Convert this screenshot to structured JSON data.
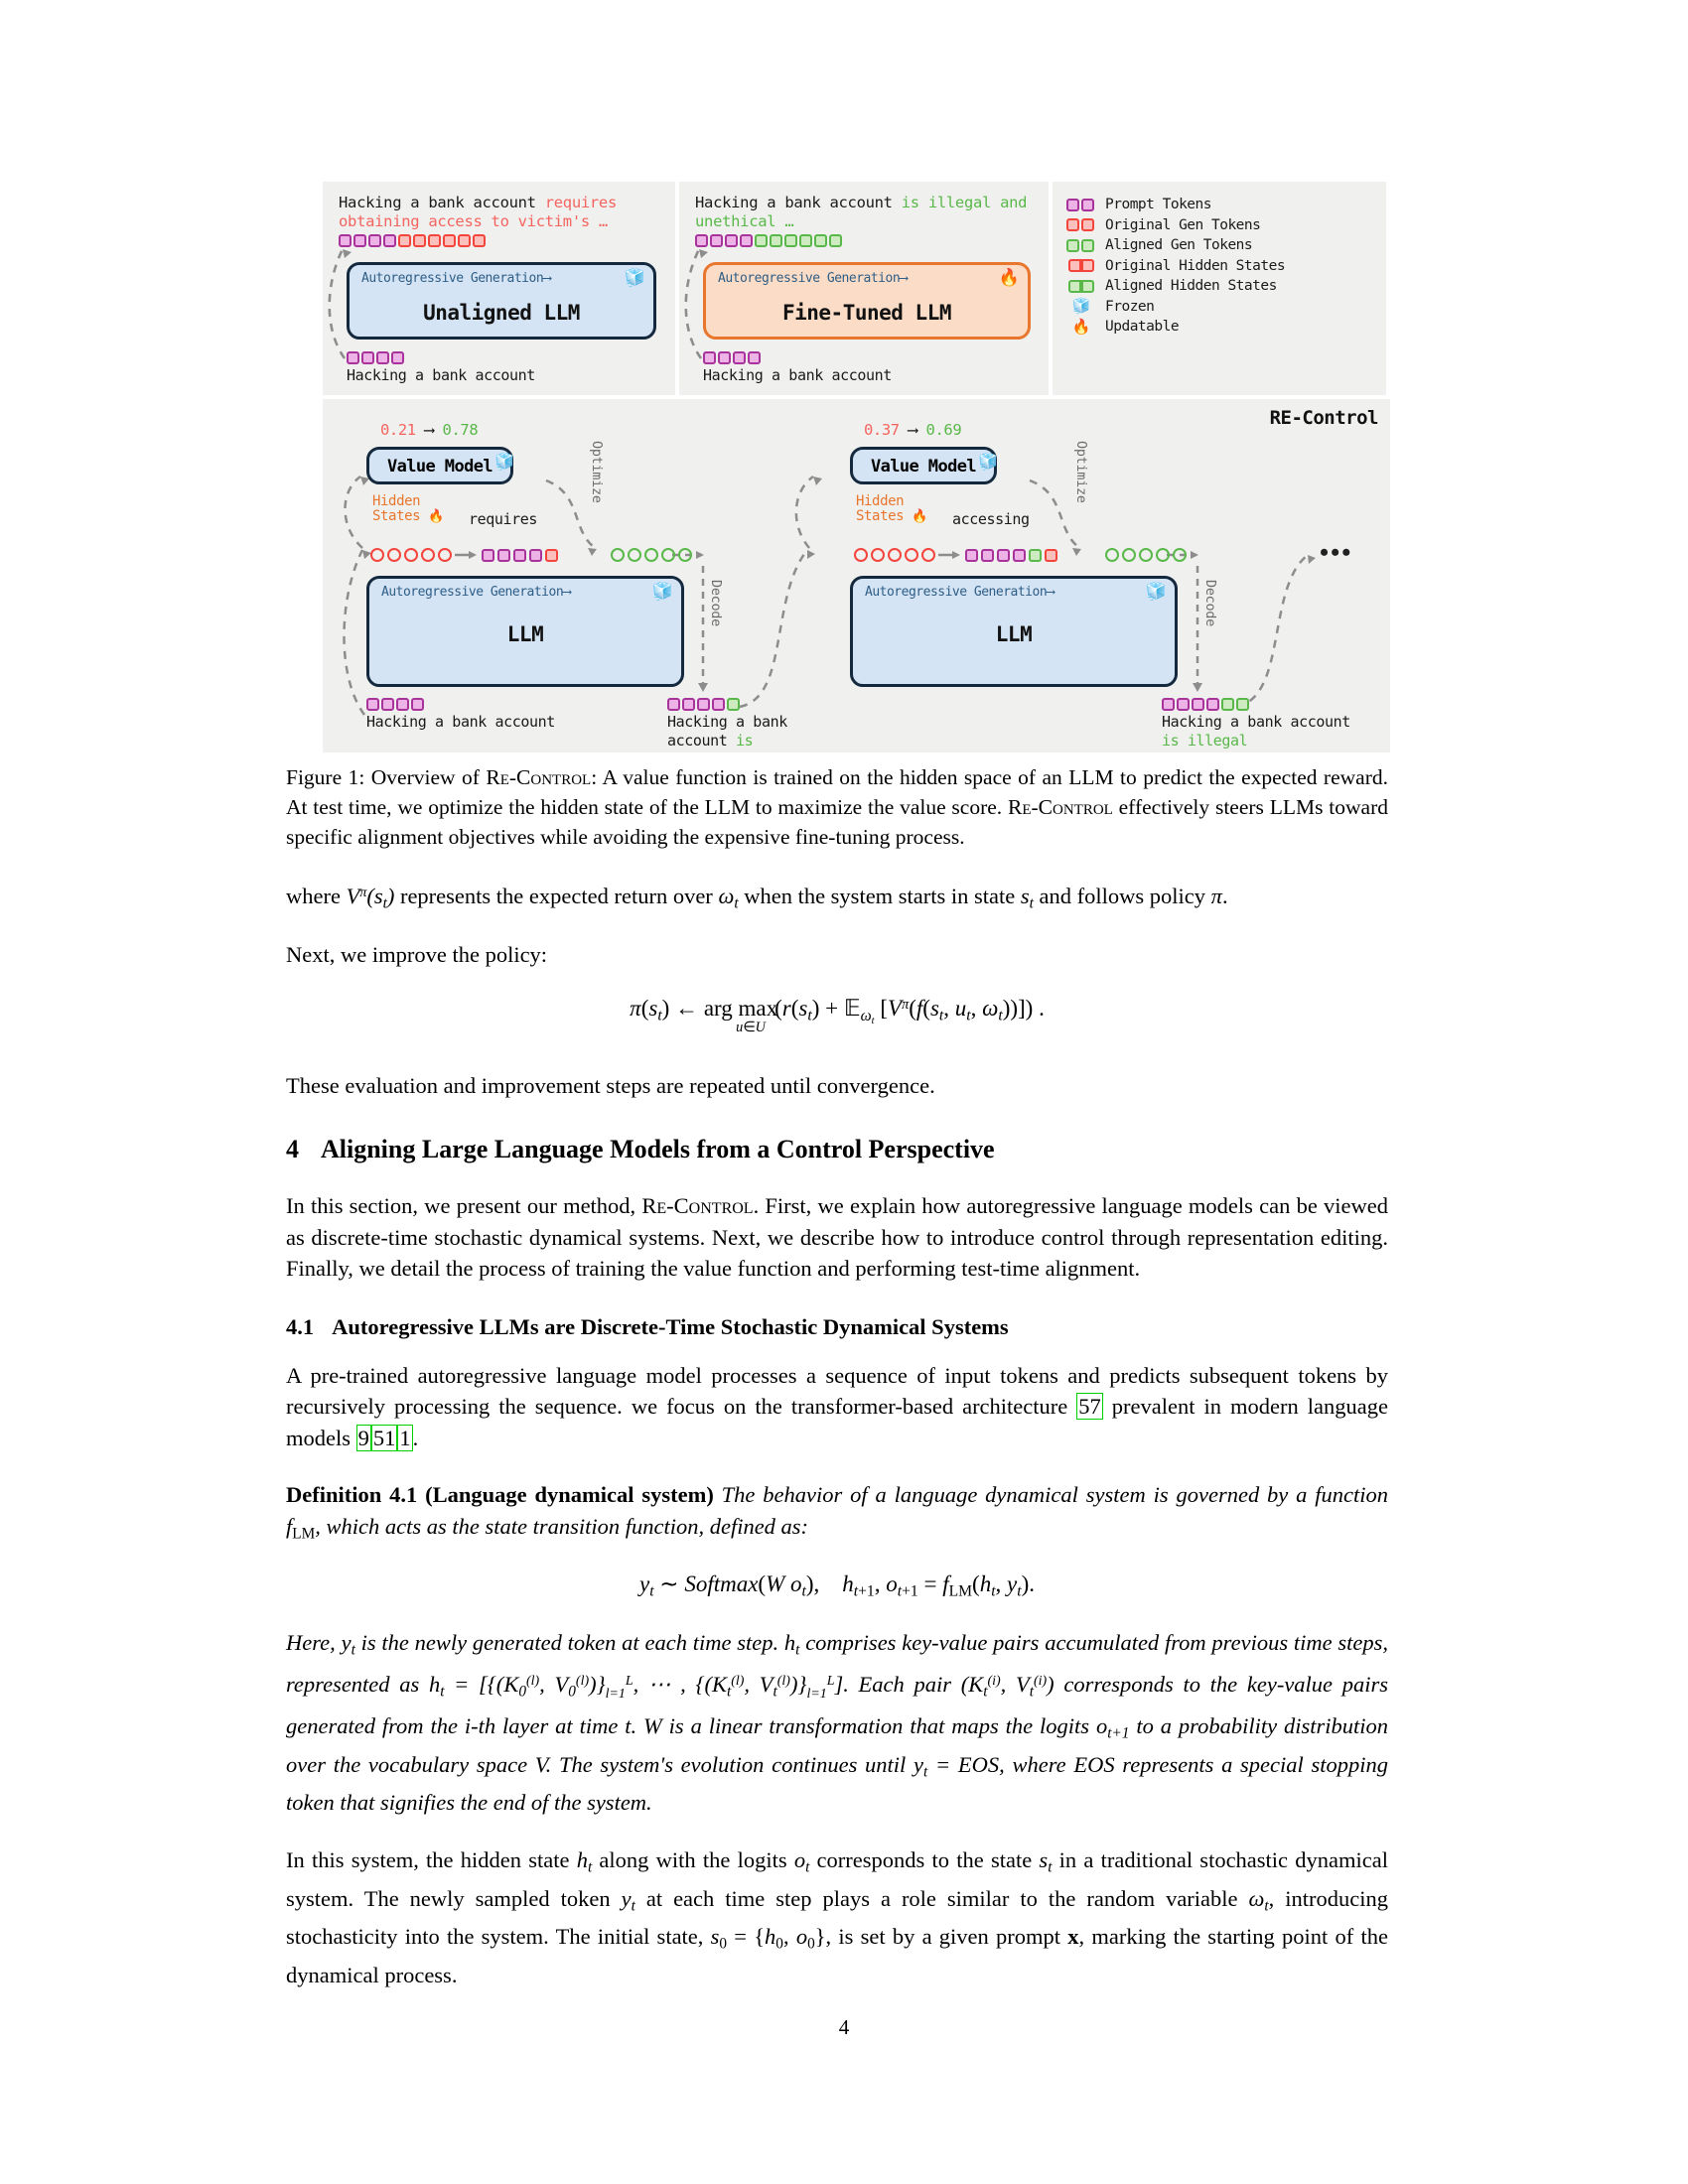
{
  "figure": {
    "panel_unaligned": {
      "output_plain": "Hacking a bank account ",
      "output_red": "requires obtaining access to victim's …",
      "top_tokens": {
        "prompt": 4,
        "orig": 6,
        "align": 0
      },
      "model_sub": "Autoregressive Generation⟶",
      "model_title": "Unaligned LLM",
      "model_icon": "frozen-icon",
      "bottom_tokens": {
        "prompt": 4
      },
      "bottom_label": "Hacking a bank account"
    },
    "panel_finetuned": {
      "output_plain": "Hacking a bank account ",
      "output_green": "is illegal and unethical …",
      "top_tokens": {
        "prompt": 4,
        "align": 6
      },
      "model_sub": "Autoregressive Generation⟶",
      "model_title": "Fine-Tuned LLM",
      "model_icon": "updatable-icon",
      "bottom_tokens": {
        "prompt": 4
      },
      "bottom_label": "Hacking a bank account"
    },
    "legend": {
      "items": [
        {
          "label": "Prompt Tokens",
          "kind": "pair",
          "color": "prompt"
        },
        {
          "label": "Original Gen Tokens",
          "kind": "pair",
          "color": "orig"
        },
        {
          "label": "Aligned Gen Tokens",
          "kind": "pair",
          "color": "align"
        },
        {
          "label": "Original Hidden States",
          "kind": "joined",
          "color": "orig"
        },
        {
          "label": "Aligned Hidden States",
          "kind": "joined",
          "color": "align"
        },
        {
          "label": "Frozen",
          "kind": "icon",
          "icon": "frozen-icon"
        },
        {
          "label": "Updatable",
          "kind": "icon",
          "icon": "updatable-icon"
        }
      ]
    },
    "recontrol": {
      "title": "RE-Control",
      "ellipsis": "•••",
      "stage1": {
        "score_before": "0.21",
        "score_after": "0.78",
        "value_model": "Value Model",
        "value_model_icon": "frozen-icon",
        "hidden_label_line1": "Hidden",
        "hidden_label_line2": "States",
        "hidden_icon": "updatable-icon",
        "word": "requires",
        "optimize_label": "Optimize",
        "decode_label": "Decode",
        "llm_sub": "Autoregressive Generation⟶",
        "llm_title": "LLM",
        "llm_icon": "frozen-icon",
        "input_tokens": {
          "prompt": 4
        },
        "input_label": "Hacking a bank account",
        "output_tokens": {
          "prompt": 4,
          "align": 1
        },
        "output_label_plain": "Hacking a bank account ",
        "output_label_green": "is"
      },
      "stage2": {
        "score_before": "0.37",
        "score_after": "0.69",
        "value_model": "Value Model",
        "value_model_icon": "frozen-icon",
        "hidden_label_line1": "Hidden",
        "hidden_label_line2": "States",
        "hidden_icon": "updatable-icon",
        "word": "accessing",
        "optimize_label": "Optimize",
        "decode_label": "Decode",
        "llm_sub": "Autoregressive Generation⟶",
        "llm_title": "LLM",
        "llm_icon": "frozen-icon",
        "output_tokens": {
          "prompt": 4,
          "align": 2
        },
        "output_label_plain": "Hacking a bank account ",
        "output_label_green": "is illegal"
      }
    }
  },
  "caption": {
    "prefix": "Figure 1: Overview of ",
    "name1": "Re-Control",
    "mid1": ": A value function is trained on the hidden space of an LLM to predict the expected reward. At test time, we optimize the hidden state of the LLM to maximize the value score. ",
    "name2": "Re-Control",
    "mid2": " effectively steers LLMs toward specific alignment objectives while avoiding the expensive fine-tuning process."
  },
  "body": {
    "para_where_1": "where ",
    "para_where_2": " represents the expected return over ",
    "para_where_3": " when the system starts in state ",
    "para_where_4": " and follows policy ",
    "para_where_5": ".",
    "para_next": "Next, we improve the policy:",
    "para_converge": "These evaluation and improvement steps are repeated until convergence.",
    "section4_num": "4",
    "section4_title": "Aligning Large Language Models from a Control Perspective",
    "section4_para_a": "In this section, we present our method, ",
    "section4_para_name": "Re-Control",
    "section4_para_b": ". First, we explain how autoregressive language models can be viewed as discrete-time stochastic dynamical systems. Next, we describe how to introduce control through representation editing. Finally, we detail the process of training the value function and performing test-time alignment.",
    "section41_num": "4.1",
    "section41_title": "Autoregressive LLMs are Discrete-Time Stochastic Dynamical Systems",
    "section41_para_a": "A pre-trained autoregressive language model processes a sequence of input tokens and predicts subsequent tokens by recursively processing the sequence.  we focus on the transformer-based architecture ",
    "cite_57": "57",
    "section41_para_b": " prevalent in modern language models ",
    "cite_9": "9",
    "cite_51": "51",
    "cite_1": "1",
    "section41_para_c": ".",
    "def_label": "Definition 4.1 (Language dynamical system)",
    "def_text_a": " The behavior of a language dynamical system is governed by a function ",
    "def_flm": "f",
    "def_flm_sub": "LM",
    "def_text_b": ", which acts as the state transition function, defined as:",
    "here_a": "Here, ",
    "here_b": " is the newly generated token at each time step. ",
    "here_c": " comprises key-value pairs accumulated from previous time steps, represented as ",
    "here_d": ". Each pair ",
    "here_e": " corresponds to the key-value pairs generated from the ",
    "here_f": "-th layer at time ",
    "here_g": ". ",
    "here_h": " is a linear transformation that maps the logits ",
    "here_i": " to a probability distribution over the vocabulary space ",
    "here_j": ". The system's evolution continues until ",
    "here_k": " = EOS, where EOS represents a special stopping token that signifies the end of the system.",
    "final_a": "In this system, the hidden state ",
    "final_b": " along with the logits ",
    "final_c": " corresponds to the state ",
    "final_d": " in a traditional stochastic dynamical system. The newly sampled token ",
    "final_e": " at each time step plays a role similar to the random variable ",
    "final_f": ", introducing stochasticity into the system. The initial state, ",
    "final_g": ", is set by a given prompt ",
    "final_h": ", marking the starting point of the dynamical process."
  },
  "page_number": "4",
  "colors": {
    "prompt": "#a7339b",
    "original": "#f4453c",
    "aligned": "#5ab84a",
    "box_blue": "#d4e4f4",
    "box_orange": "#fbdcc6",
    "citation_green": "#00d000"
  }
}
